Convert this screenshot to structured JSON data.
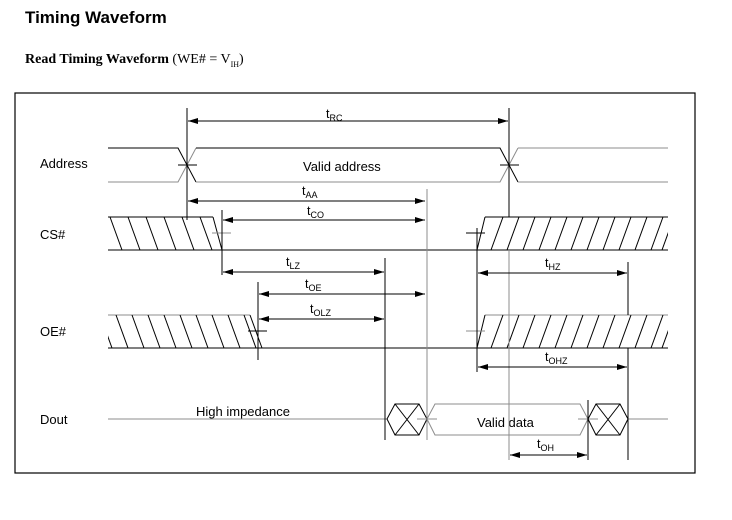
{
  "page": {
    "title": "Timing Waveform",
    "subtitle_bold": "Read Timing Waveform",
    "subtitle_condition": "(WE# = V",
    "subtitle_condition_sub": "IH",
    "subtitle_condition_end": ")"
  },
  "signals": [
    {
      "name": "Address",
      "state_label": "Valid address"
    },
    {
      "name": "CS#"
    },
    {
      "name": "OE#"
    },
    {
      "name": "Dout",
      "state_label": "Valid data",
      "hiz_label": "High impedance"
    }
  ],
  "timings": [
    {
      "id": "rc",
      "base": "t",
      "sub": "RC"
    },
    {
      "id": "aa",
      "base": "t",
      "sub": "AA"
    },
    {
      "id": "co",
      "base": "t",
      "sub": "CO"
    },
    {
      "id": "lz",
      "base": "t",
      "sub": "LZ"
    },
    {
      "id": "oe",
      "base": "t",
      "sub": "OE"
    },
    {
      "id": "olz",
      "base": "t",
      "sub": "OLZ"
    },
    {
      "id": "hz",
      "base": "t",
      "sub": "HZ"
    },
    {
      "id": "ohz",
      "base": "t",
      "sub": "OHZ"
    },
    {
      "id": "oh",
      "base": "t",
      "sub": "OH"
    }
  ],
  "colors": {
    "line": "#000000",
    "gray_line": "#8c8c8c",
    "background": "#ffffff"
  }
}
